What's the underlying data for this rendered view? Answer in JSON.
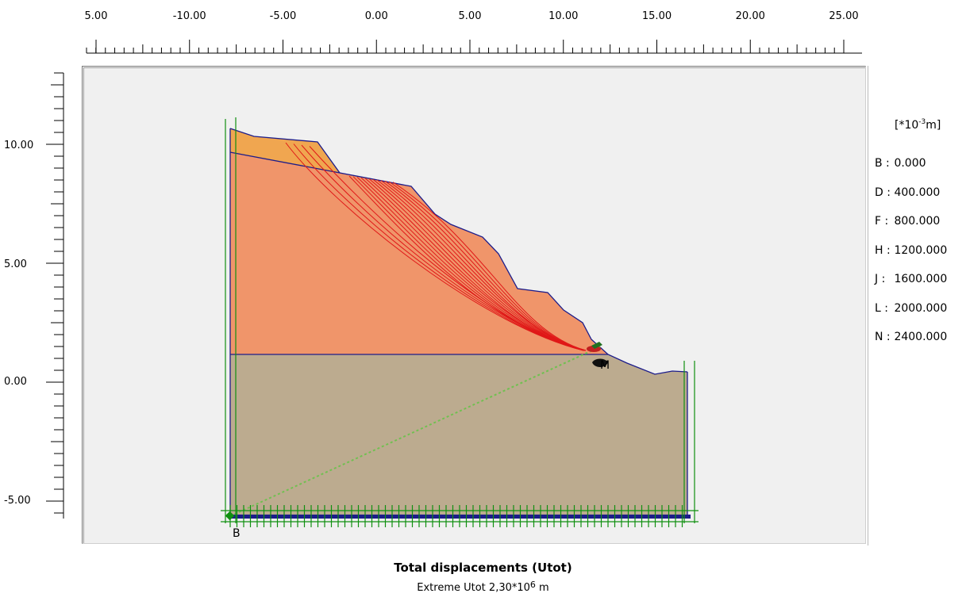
{
  "top_ruler": {
    "ticks": [
      "5.00",
      "-10.00",
      "-5.00",
      "0.00",
      "5.00",
      "10.00",
      "15.00",
      "20.00",
      "25.00"
    ]
  },
  "left_ruler": {
    "ticks": [
      "10.00",
      "5.00",
      "0.00",
      "-5.00"
    ]
  },
  "legend": {
    "unit_prefix": "[*10",
    "unit_exp": "-3",
    "unit_suffix": "m]",
    "items": [
      {
        "key": "B",
        "sep": ":",
        "value": "0.000"
      },
      {
        "key": "D",
        "sep": ":",
        "value": "400.000"
      },
      {
        "key": "F",
        "sep": ":",
        "value": "800.000"
      },
      {
        "key": "H",
        "sep": ":",
        "value": "1200.000"
      },
      {
        "key": "J",
        "sep": ":",
        "value": "1600.000"
      },
      {
        "key": "L",
        "sep": ":",
        "value": "2000.000"
      },
      {
        "key": "N",
        "sep": ":",
        "value": "2400.000"
      }
    ]
  },
  "model": {
    "contour_label": "B",
    "colors": {
      "upper_soil": "#f0a650",
      "main_soil": "#f0956a",
      "lower_soil": "#bcab8f",
      "boundary": "#1c1c8a",
      "contours": "#e01818",
      "fixities": "#109010",
      "anchor": "#70c050"
    }
  },
  "caption": {
    "title": "Total displacements (Utot)",
    "sub_prefix": "Extreme Utot 2,30*10",
    "sub_exp": "6",
    "sub_suffix": "m"
  }
}
